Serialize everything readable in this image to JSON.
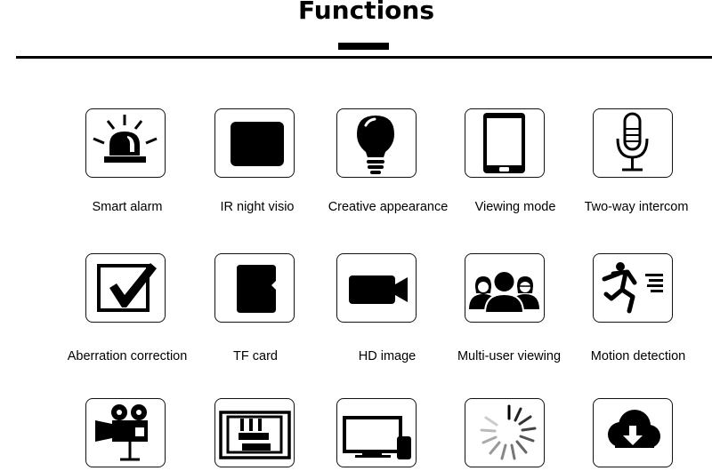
{
  "header": {
    "title": "Functions"
  },
  "features": [
    {
      "label": "Smart alarm",
      "icon": "alarm-siren-icon"
    },
    {
      "label": "IR night visio",
      "icon": "ir-night-vision-icon"
    },
    {
      "label": "Creative appearance",
      "icon": "light-bulb-icon"
    },
    {
      "label": "Viewing mode",
      "icon": "smartphone-icon"
    },
    {
      "label": "Two-way intercom",
      "icon": "microphone-icon"
    },
    {
      "label": "Aberration correction",
      "icon": "checkbox-icon"
    },
    {
      "label": "TF card",
      "icon": "sd-card-icon"
    },
    {
      "label": "HD image",
      "icon": "video-camera-icon"
    },
    {
      "label": "Multi-user viewing",
      "icon": "user-group-icon"
    },
    {
      "label": "Motion detection",
      "icon": "running-person-icon"
    },
    {
      "label": "",
      "icon": "film-projector-icon"
    },
    {
      "label": "",
      "icon": "display-card-icon"
    },
    {
      "label": "",
      "icon": "monitor-icon"
    },
    {
      "label": "",
      "icon": "loading-spinner-icon"
    },
    {
      "label": "",
      "icon": "cloud-download-icon"
    }
  ]
}
